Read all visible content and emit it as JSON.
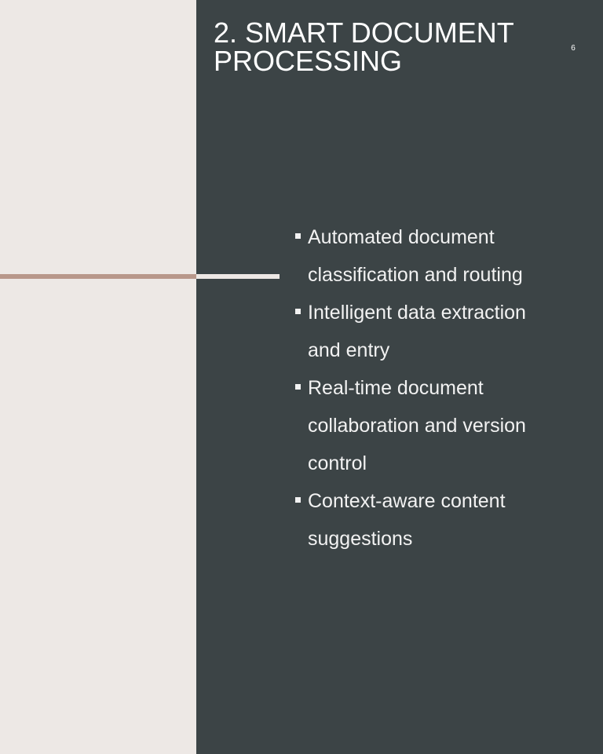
{
  "slide": {
    "title": "2. Smart Document Processing",
    "slide_number": "6",
    "bullets": [
      {
        "text": "Automated document classification and routing"
      },
      {
        "text": "Intelligent data extraction and entry"
      },
      {
        "text": "Real-time document collaboration and version control"
      },
      {
        "text": "Context-aware content suggestions"
      }
    ]
  },
  "colors": {
    "left_panel": "#ede8e5",
    "right_panel": "#3c4446",
    "accent_line": "#b8978a",
    "text": "#ffffff"
  }
}
